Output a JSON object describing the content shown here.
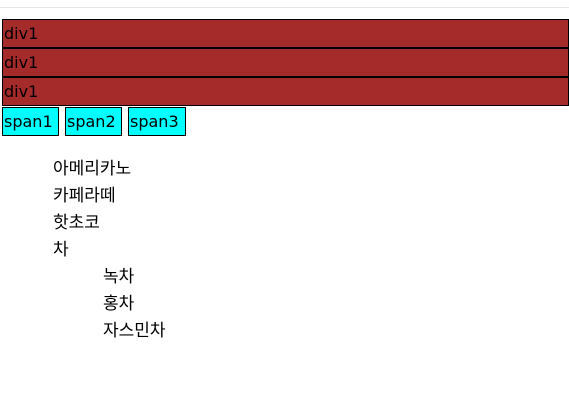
{
  "divs": [
    "div1",
    "div1",
    "div1"
  ],
  "spans": [
    "span1",
    "span2",
    "span3"
  ],
  "menu": {
    "items": [
      "아메리카노",
      "카페라떼",
      "핫초코",
      "차"
    ],
    "sub_items": [
      "녹차",
      "홍차",
      "자스민차"
    ]
  },
  "colors": {
    "div_bg": "#a52a2a",
    "span_bg": "#00ffff"
  }
}
